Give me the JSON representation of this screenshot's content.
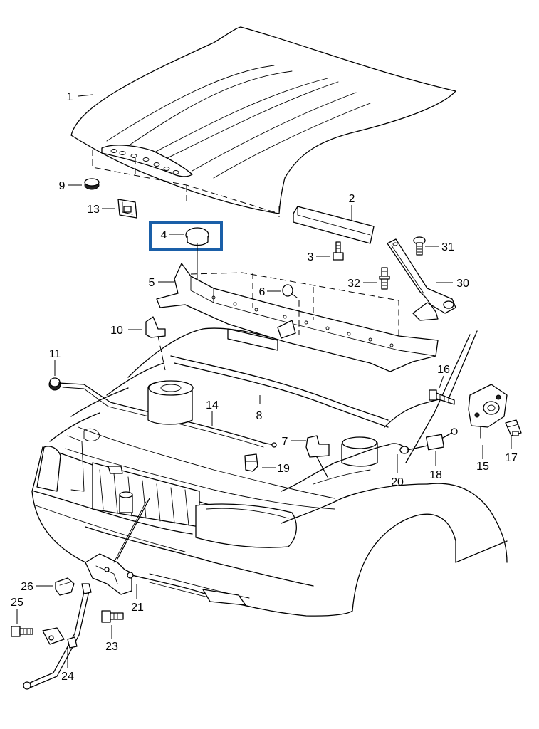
{
  "highlight_color": "#1a5fa8",
  "callouts": [
    {
      "id": "1",
      "text": "1"
    },
    {
      "id": "2",
      "text": "2"
    },
    {
      "id": "3",
      "text": "3"
    },
    {
      "id": "4",
      "text": "4"
    },
    {
      "id": "5",
      "text": "5"
    },
    {
      "id": "6",
      "text": "6"
    },
    {
      "id": "7",
      "text": "7"
    },
    {
      "id": "8",
      "text": "8"
    },
    {
      "id": "9",
      "text": "9"
    },
    {
      "id": "10",
      "text": "10"
    },
    {
      "id": "11",
      "text": "11"
    },
    {
      "id": "13",
      "text": "13"
    },
    {
      "id": "14",
      "text": "14"
    },
    {
      "id": "15",
      "text": "15"
    },
    {
      "id": "16",
      "text": "16"
    },
    {
      "id": "17",
      "text": "17"
    },
    {
      "id": "18",
      "text": "18"
    },
    {
      "id": "19",
      "text": "19"
    },
    {
      "id": "20",
      "text": "20"
    },
    {
      "id": "21",
      "text": "21"
    },
    {
      "id": "23",
      "text": "23"
    },
    {
      "id": "24",
      "text": "24"
    },
    {
      "id": "25",
      "text": "25"
    },
    {
      "id": "26",
      "text": "26"
    },
    {
      "id": "30",
      "text": "30"
    },
    {
      "id": "31",
      "text": "31"
    },
    {
      "id": "32",
      "text": "32"
    }
  ],
  "highlighted_part": "4"
}
